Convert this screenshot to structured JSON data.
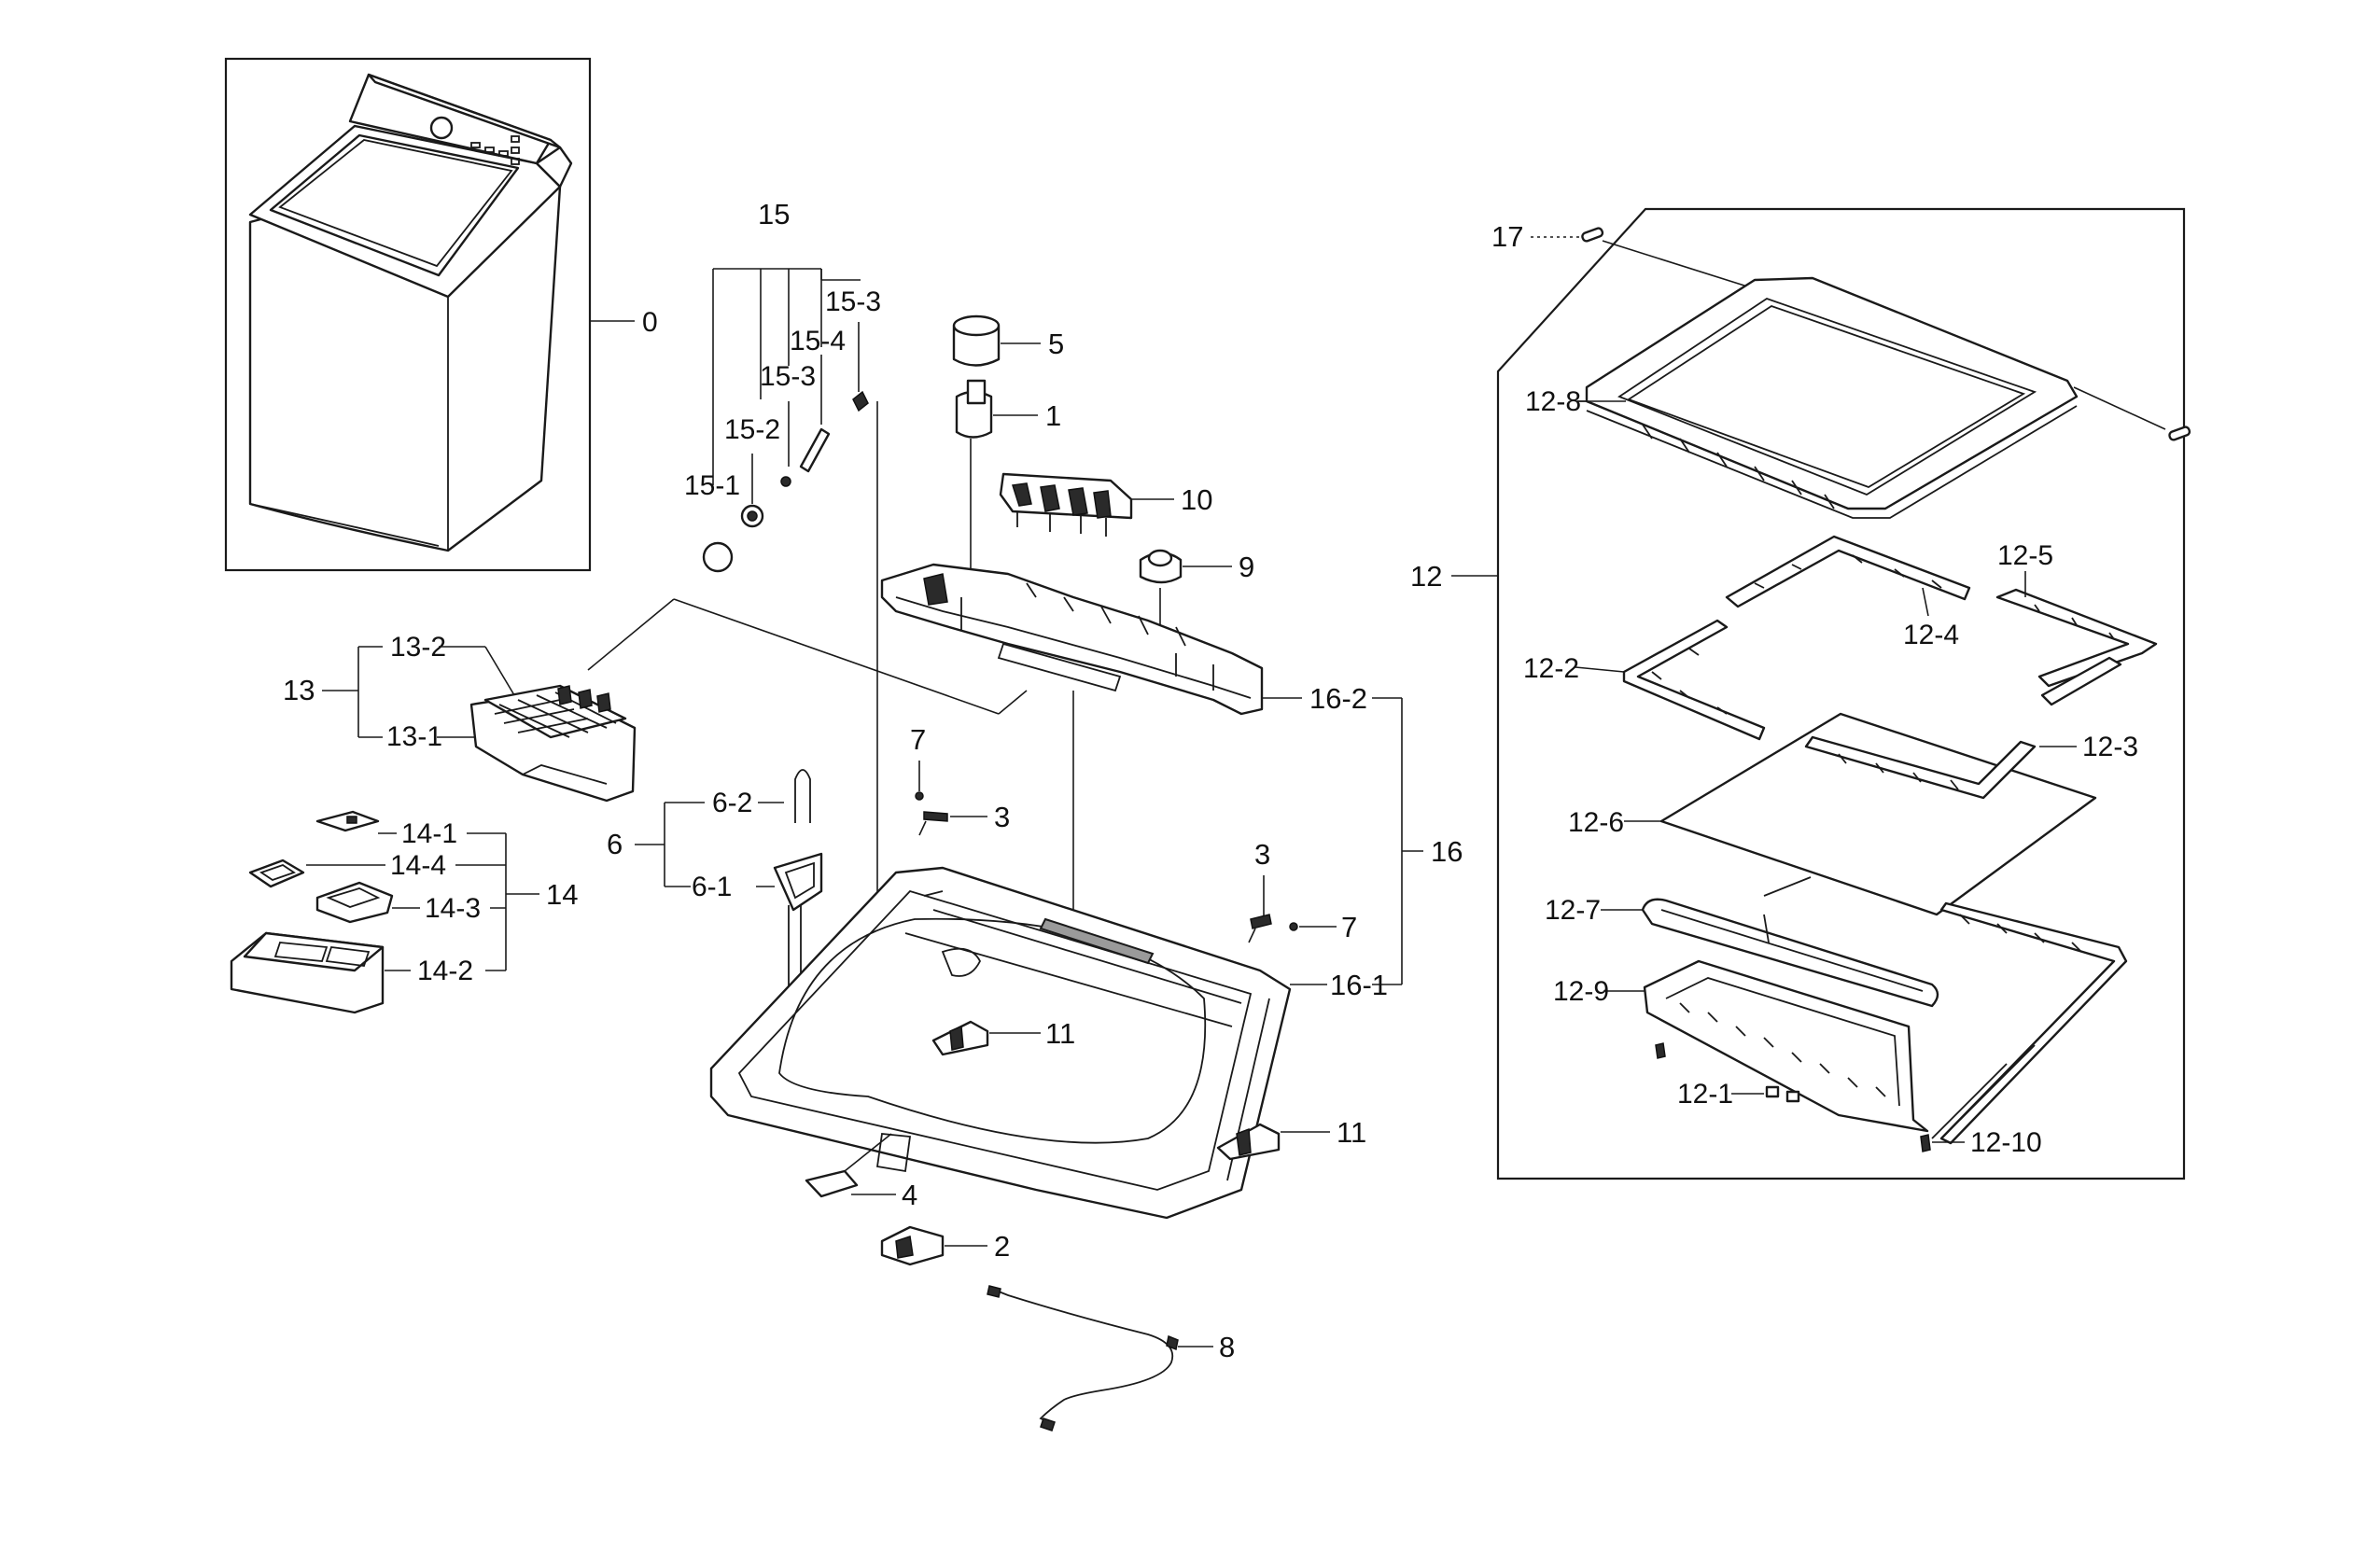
{
  "labels": {
    "p0": "0",
    "p1": "1",
    "p2": "2",
    "p3a": "3",
    "p3b": "3",
    "p4": "4",
    "p5": "5",
    "p6": "6",
    "p6_1": "6-1",
    "p6_2": "6-2",
    "p7a": "7",
    "p7b": "7",
    "p8": "8",
    "p9": "9",
    "p10": "10",
    "p11a": "11",
    "p11b": "11",
    "p12": "12",
    "p12_1": "12-1",
    "p12_2": "12-2",
    "p12_3": "12-3",
    "p12_4": "12-4",
    "p12_5": "12-5",
    "p12_6": "12-6",
    "p12_7": "12-7",
    "p12_8": "12-8",
    "p12_9": "12-9",
    "p12_10": "12-10",
    "p13": "13",
    "p13_1": "13-1",
    "p13_2": "13-2",
    "p14": "14",
    "p14_1": "14-1",
    "p14_2": "14-2",
    "p14_3": "14-3",
    "p14_4": "14-4",
    "p15": "15",
    "p15_1": "15-1",
    "p15_2": "15-2",
    "p15_3a": "15-3",
    "p15_3b": "15-3",
    "p15_4": "15-4",
    "p16": "16",
    "p16_1": "16-1",
    "p16_2": "16-2",
    "p17": "17"
  }
}
